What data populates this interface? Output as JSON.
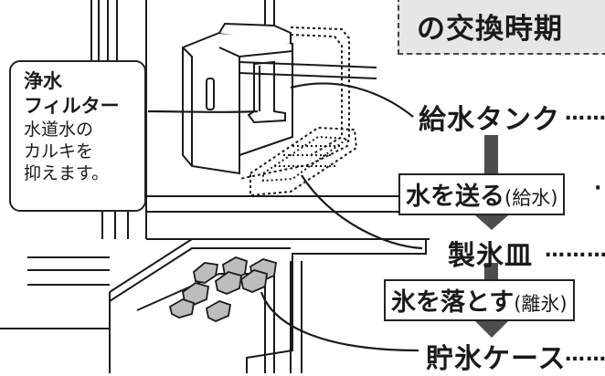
{
  "header": {
    "title": "の交換時期"
  },
  "callout": {
    "title_line1": "浄水",
    "title_line2": "フィルター",
    "desc_line1": "水道水の",
    "desc_line2": "カルキを",
    "desc_line3": "抑えます。"
  },
  "flow": {
    "tank_label": "給水タンク",
    "tank_dots": "……",
    "supply_main": "水を送る",
    "supply_paren": "(給水)",
    "supply_dot": "·",
    "tray_label": "製氷皿",
    "tray_dots": "………",
    "release_main": "氷を落とす",
    "release_paren": "(離氷)",
    "case_label": "貯氷ケース",
    "case_dots": "……"
  },
  "colors": {
    "line": "#1a1a1a",
    "arrow": "#4d4d4d",
    "header_bg": "#e6e6e6",
    "ice": "#bdbdbd"
  }
}
